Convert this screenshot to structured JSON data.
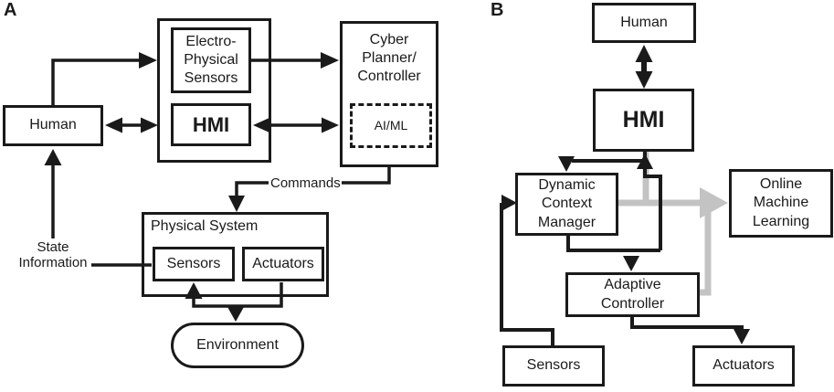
{
  "figure": {
    "type": "block-diagram",
    "description": "Two-panel architecture diagram of human-in-the-loop cyber-physical systems"
  },
  "colors": {
    "ink": "#1a1a1a",
    "gray_link": "#c3c3c3",
    "background": "#ffffff"
  },
  "panel_a": {
    "label": "A",
    "human": "Human",
    "electro_physical_sensors": "Electro-\nPhysical\nSensors",
    "hmi": "HMI",
    "cyber_planner_controller": "Cyber\nPlanner/\nController",
    "ai_ml": "AI/ML",
    "physical_system": "Physical System",
    "sensors": "Sensors",
    "actuators": "Actuators",
    "environment": "Environment",
    "commands": "Commands",
    "state_information": "State\nInformation"
  },
  "panel_b": {
    "label": "B",
    "human": "Human",
    "hmi": "HMI",
    "dynamic_context_manager": "Dynamic\nContext\nManager",
    "online_machine_learning": "Online\nMachine\nLearning",
    "adaptive_controller": "Adaptive\nController",
    "sensors": "Sensors",
    "actuators": "Actuators"
  }
}
